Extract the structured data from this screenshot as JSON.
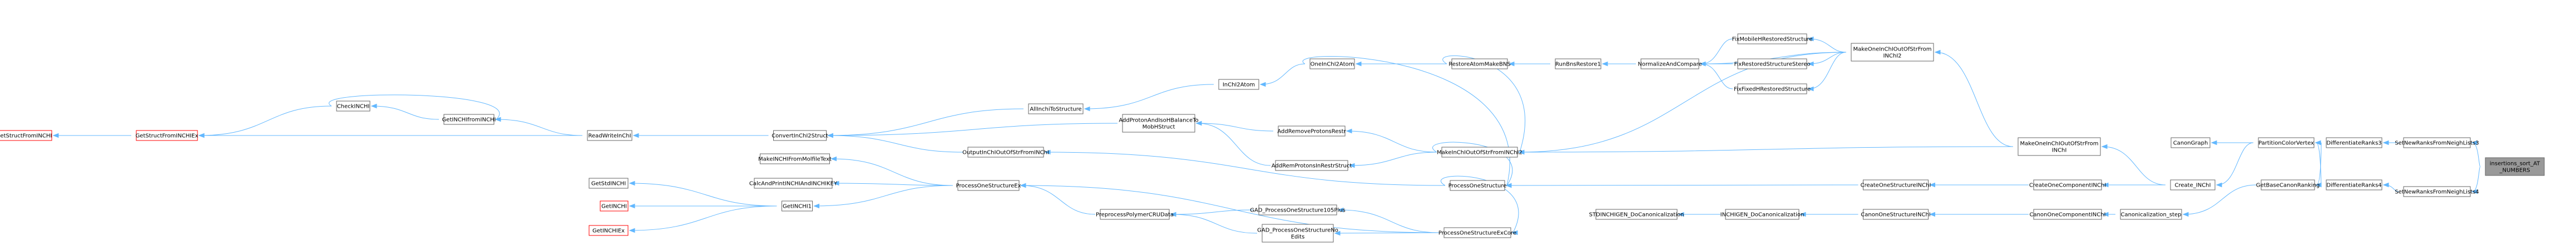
{
  "colors": {
    "edge": "#63b8ff",
    "node_border": "#666666",
    "red_border": "#ff0000",
    "root_fill": "#999999"
  },
  "nodes": {
    "insertions_sort_AT_NUMBERS": {
      "lines": [
        "insertions_sort_AT",
        "_NUMBERS"
      ],
      "style": "root"
    },
    "SetNewRanksFromNeighLists3": {
      "lines": [
        "SetNewRanksFromNeighLists3"
      ]
    },
    "SetNewRanksFromNeighLists4": {
      "lines": [
        "SetNewRanksFromNeighLists4"
      ]
    },
    "DifferentiateRanks3": {
      "lines": [
        "DifferentiateRanks3"
      ]
    },
    "DifferentiateRanks4": {
      "lines": [
        "DifferentiateRanks4"
      ]
    },
    "PartitionColorVertex": {
      "lines": [
        "PartitionColorVertex"
      ]
    },
    "GetBaseCanonRanking": {
      "lines": [
        "GetBaseCanonRanking"
      ]
    },
    "CanonGraph": {
      "lines": [
        "CanonGraph"
      ]
    },
    "Create_INChI": {
      "lines": [
        "Create_INChI"
      ]
    },
    "Canonicalization_step": {
      "lines": [
        "Canonicalization_step"
      ]
    },
    "MakeOneInChIOutOfStrFromINChI": {
      "lines": [
        "MakeOneInChIOutOfStrFrom",
        "INChI"
      ]
    },
    "CreateOneComponentINChI": {
      "lines": [
        "CreateOneComponentINChI"
      ]
    },
    "CanonOneComponentINChI": {
      "lines": [
        "CanonOneComponentINChI"
      ]
    },
    "MakeOneInChIOutOfStrFromINChI2": {
      "lines": [
        "MakeOneInChIOutOfStrFrom",
        "INChI2"
      ]
    },
    "CreateOneStructureINChI": {
      "lines": [
        "CreateOneStructureINChI"
      ]
    },
    "CanonOneStructureINChI": {
      "lines": [
        "CanonOneStructureINChI"
      ]
    },
    "FixMobileHRestoredStructure": {
      "lines": [
        "FixMobileHRestoredStructure"
      ]
    },
    "FixRestoredStructureStereo": {
      "lines": [
        "FixRestoredStructureStereo"
      ]
    },
    "FixFixedHRestoredStructure": {
      "lines": [
        "FixFixedHRestoredStructure"
      ]
    },
    "INCHIGEN_DoCanonicalization": {
      "lines": [
        "INCHIGEN_DoCanonicalization"
      ]
    },
    "STDINCHIGEN_DoCanonicalization": {
      "lines": [
        "STDINCHIGEN_DoCanonicalization"
      ]
    },
    "NormalizeAndCompare": {
      "lines": [
        "NormalizeAndCompare"
      ]
    },
    "RunBnsRestore1": {
      "lines": [
        "RunBnsRestore1"
      ]
    },
    "RestoreAtomMakeBNS": {
      "lines": [
        "RestoreAtomMakeBNS"
      ]
    },
    "OneInChI2Atom": {
      "lines": [
        "OneInChI2Atom"
      ]
    },
    "InChI2Atom": {
      "lines": [
        "InChI2Atom"
      ]
    },
    "AllInchiToStructure": {
      "lines": [
        "AllInchiToStructure"
      ]
    },
    "MakeInChIOutOfStrFromINChI2": {
      "lines": [
        "MakeInChIOutOfStrFromINChI2"
      ]
    },
    "AddRemoveProtonsRestr": {
      "lines": [
        "AddRemoveProtonsRestr"
      ]
    },
    "AddRemProtonsInRestrStruct": {
      "lines": [
        "AddRemProtonsInRestrStruct"
      ]
    },
    "AddProtonAndIsoHBalanceToMobHStruct": {
      "lines": [
        "AddProtonAndIsoHBalanceTo",
        "MobHStruct"
      ]
    },
    "ProcessOneStructure": {
      "lines": [
        "ProcessOneStructure"
      ]
    },
    "ProcessOneStructureExCore": {
      "lines": [
        "ProcessOneStructureExCore"
      ]
    },
    "GAD_ProcessOneStructure105Plus": {
      "lines": [
        "GAD_ProcessOneStructure105Plus"
      ]
    },
    "GAD_ProcessOneStructureNoEdits": {
      "lines": [
        "GAD_ProcessOneStructureNo",
        "Edits"
      ]
    },
    "PreprocessPolymerCRUData": {
      "lines": [
        "PreprocessPolymerCRUData"
      ]
    },
    "ProcessOneStructureEx": {
      "lines": [
        "ProcessOneStructureEx"
      ]
    },
    "MakeINCHIFromMolfileText": {
      "lines": [
        "MakeINCHIFromMolfileText"
      ]
    },
    "CalcAndPrintINCHIAndINCHIKEY": {
      "lines": [
        "CalcAndPrintINCHIAndINCHIKEY"
      ]
    },
    "GetINCHI1": {
      "lines": [
        "GetINCHI1"
      ]
    },
    "GetStdINCHI": {
      "lines": [
        "GetStdINCHI"
      ]
    },
    "GetINCHI": {
      "lines": [
        "GetINCHI"
      ],
      "style": "red"
    },
    "GetINCHIEx": {
      "lines": [
        "GetINCHIEx"
      ],
      "style": "red"
    },
    "OutputInChIOutOfStrFromINChI": {
      "lines": [
        "OutputInChIOutOfStrFromINChI"
      ]
    },
    "ConvertInChI2Struct": {
      "lines": [
        "ConvertInChI2Struct"
      ]
    },
    "ReadWriteInChI": {
      "lines": [
        "ReadWriteInChI"
      ]
    },
    "GetINCHIfromINCHI": {
      "lines": [
        "GetINCHIfromINCHI"
      ]
    },
    "CheckINCHI": {
      "lines": [
        "CheckINCHI"
      ]
    },
    "GetStructFromINCHIEx": {
      "lines": [
        "GetStructFromINCHIEx"
      ],
      "style": "red"
    },
    "GetStructFromINCHI": {
      "lines": [
        "GetStructFromINCHI"
      ],
      "style": "red"
    }
  }
}
